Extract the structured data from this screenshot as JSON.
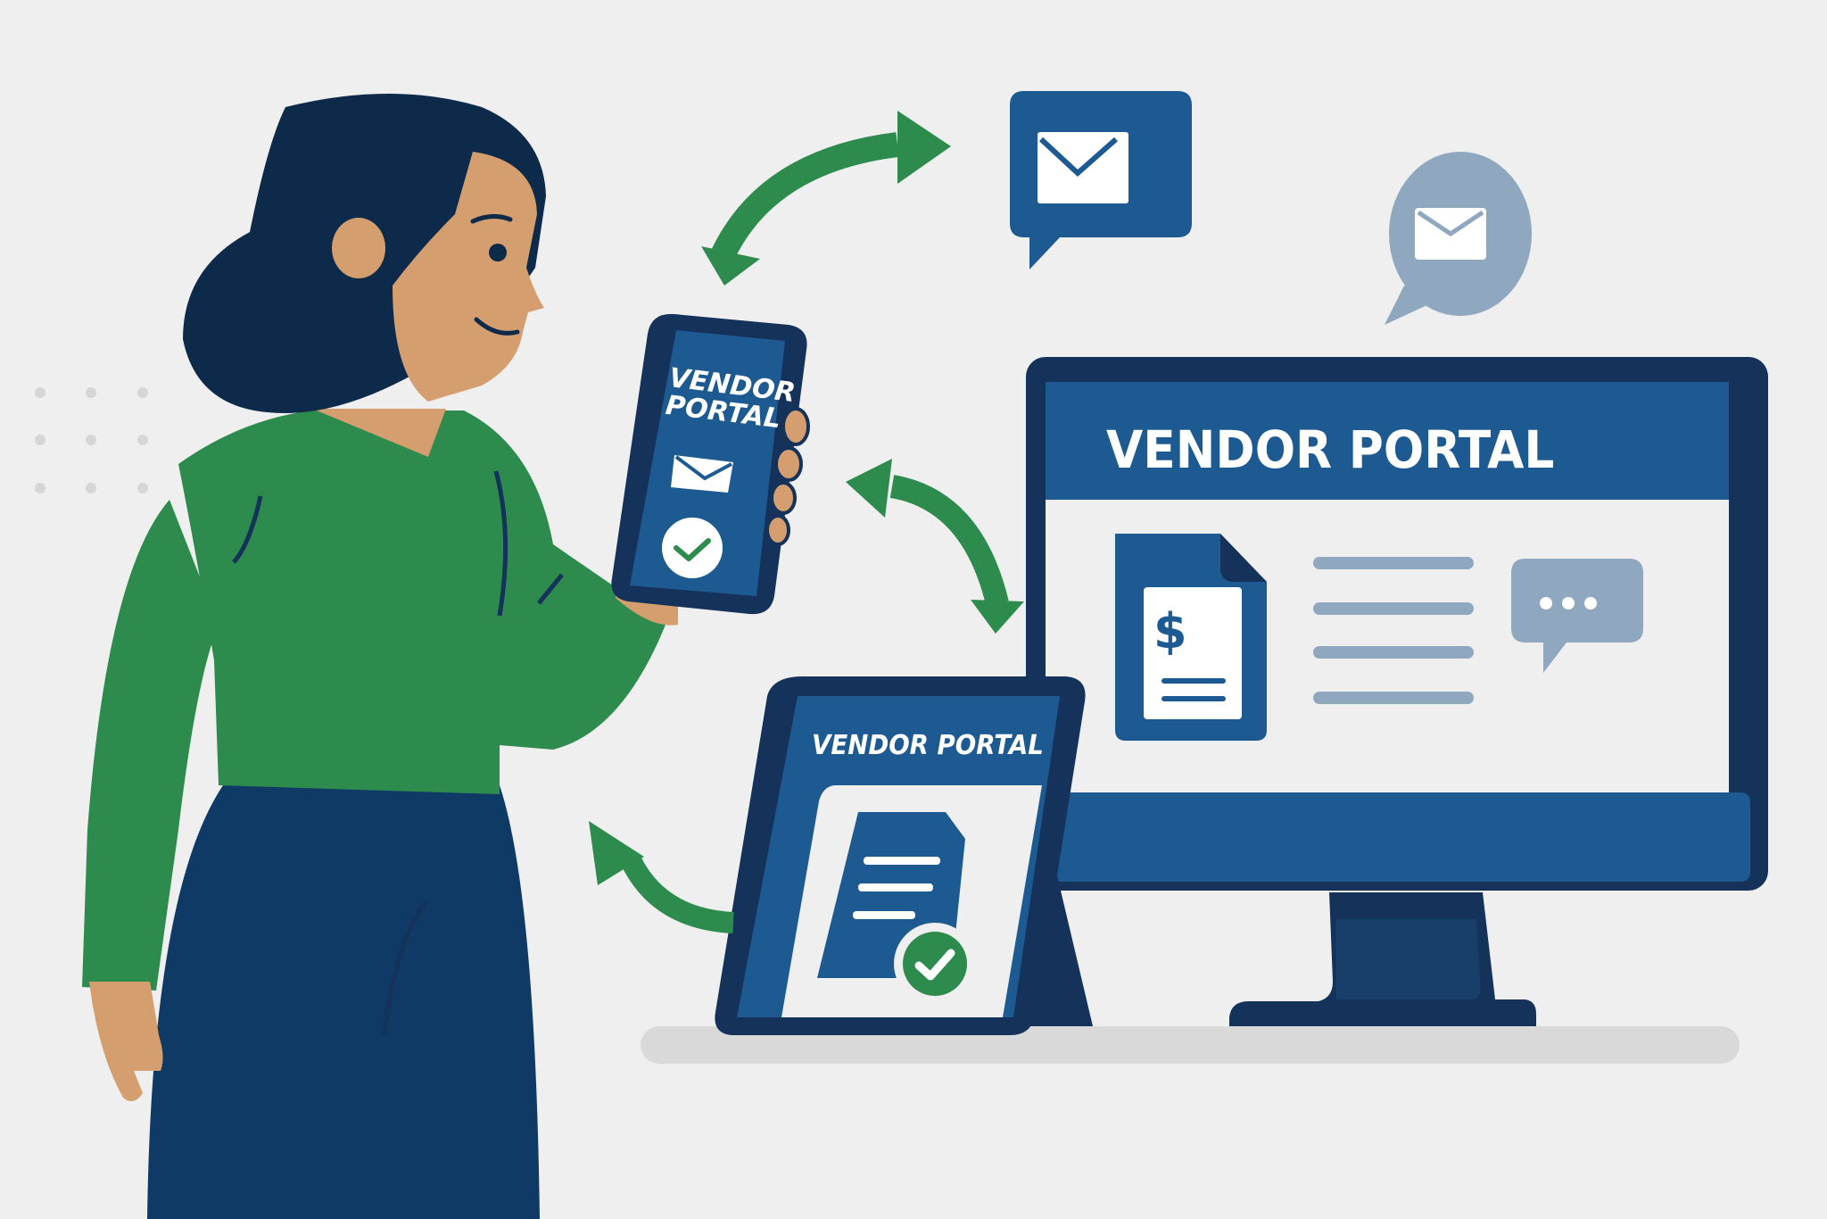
{
  "scene": {
    "description": "Illustration of a woman using a vendor portal across phone, tablet and desktop, with email/chat icons and sync arrows",
    "background": "#efefef"
  },
  "colors": {
    "navy": "#14325a",
    "blue": "#1d5a92",
    "green": "#2e8b4e",
    "skin": "#d49e6e",
    "pants": "#0f3a66",
    "light_screen": "#efefef",
    "gray_blue": "#8fa8c0",
    "shelf": "#d9d9d9",
    "dots": "#d6d6d6"
  },
  "monitor": {
    "header_title": "VENDOR PORTAL",
    "icons": [
      "invoice-dollar-icon",
      "text-lines",
      "chat-ellipsis-icon"
    ],
    "dollar_symbol": "$"
  },
  "phone": {
    "title_line1": "VENDOR",
    "title_line2": "PORTAL",
    "icons": [
      "envelope-icon",
      "checkmark-icon"
    ]
  },
  "tablet": {
    "title": "VENDOR PORTAL",
    "icons": [
      "document-icon",
      "checkmark-badge-icon"
    ]
  },
  "floating_icons": [
    {
      "name": "email-chat-bubble-square",
      "color": "#1d5a92"
    },
    {
      "name": "email-chat-bubble-round",
      "color": "#8fa8c0"
    }
  ],
  "arrows": [
    {
      "name": "sync-arrow-phone-email"
    },
    {
      "name": "sync-arrow-phone-monitor"
    },
    {
      "name": "arrow-tablet-to-person"
    }
  ]
}
